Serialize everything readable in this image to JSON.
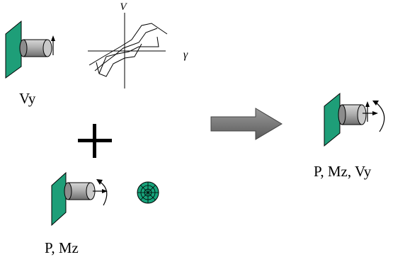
{
  "labels": {
    "vy": "Vy",
    "p_mz": "P, Mz",
    "p_mz_vy": "P, Mz, Vy",
    "axis_v": "V",
    "axis_gamma": "γ"
  },
  "colors": {
    "wall": "#1e9e78",
    "cylinder": "#a8a8a8",
    "cylinder_shade": "#7f7f7f",
    "fiber_section": "#17a27a",
    "arrow": "#7a7a7a",
    "line": "#000000"
  },
  "icons": [
    "cantilever-shear-icon",
    "hysteresis-loop-icon",
    "plus-icon",
    "cantilever-axial-moment-icon",
    "fiber-section-icon",
    "right-arrow-icon",
    "cantilever-combined-icon"
  ]
}
